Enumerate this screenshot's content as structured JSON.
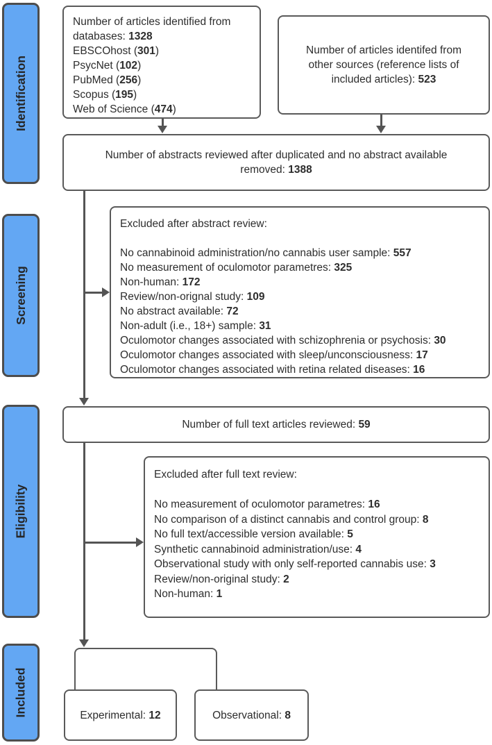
{
  "figure": {
    "kind": "PRISMA article selection flow diagram"
  },
  "colors": {
    "stage_fill": "#63a7f3",
    "stage_border": "#4d4d4d",
    "box_border": "#595959",
    "arrow": "#545454",
    "text": "#2d2d2d",
    "background": "#ffffff"
  },
  "stages": [
    {
      "label": "Identification"
    },
    {
      "label": "Screening"
    },
    {
      "label": "Eligibility"
    },
    {
      "label": "Included"
    }
  ],
  "boxes": {
    "databases": {
      "line1": {
        "pre": "Number of articles identified from databases: ",
        "value": "1328"
      },
      "items": [
        {
          "pre": "EBSCOhost (",
          "value": "301",
          "suf": ")"
        },
        {
          "pre": "PsycNet (",
          "value": "102",
          "suf": ")"
        },
        {
          "pre": "PubMed (",
          "value": "256",
          "suf": ")"
        },
        {
          "pre": "Scopus (",
          "value": "195",
          "suf": ")"
        },
        {
          "pre": "Web of Science (",
          "value": "474",
          "suf": ")"
        }
      ]
    },
    "other_sources": {
      "pre": "Number of articles identifed from other sources (reference lists of included articles): ",
      "value": "523"
    },
    "abstracts_reviewed": {
      "pre": "Number of abstracts reviewed after duplicated and no abstract available removed: ",
      "value": "1388"
    },
    "screening_excluded": {
      "header": "Excluded after abstract review:",
      "items": [
        {
          "pre": "No cannabinoid administration/no cannabis user sample: ",
          "value": "557"
        },
        {
          "pre": "No measurement of oculomotor parametres: ",
          "value": "325"
        },
        {
          "pre": "Non-human: ",
          "value": "172"
        },
        {
          "pre": "Review/non-orignal study: ",
          "value": "109"
        },
        {
          "pre": "No abstract available: ",
          "value": "72"
        },
        {
          "pre": "Non-adult (i.e., 18+) sample: ",
          "value": "31"
        },
        {
          "pre": "Oculomotor changes associated with schizophrenia or psychosis: ",
          "value": "30"
        },
        {
          "pre": "Oculomotor changes associated with sleep/unconsciousness: ",
          "value": "17"
        },
        {
          "pre": "Oculomotor changes associated with retina related diseases: ",
          "value": "16"
        }
      ]
    },
    "full_text_reviewed": {
      "pre": "Number of full text articles reviewed: ",
      "value": "59"
    },
    "fulltext_excluded": {
      "header": "Excluded after full text review:",
      "items": [
        {
          "pre": "No measurement of oculomotor parametres: ",
          "value": "16"
        },
        {
          "pre": "No comparison of a distinct cannabis and control group: ",
          "value": "8"
        },
        {
          "pre": "No full text/accessible version available: ",
          "value": "5"
        },
        {
          "pre": "Synthetic cannabinoid administration/use: ",
          "value": "4"
        },
        {
          "pre": "Observational study with only self-reported cannabis use: ",
          "value": "3"
        },
        {
          "pre": "Review/non-original study: ",
          "value": "2"
        },
        {
          "pre": "Non-human: ",
          "value": "1"
        }
      ]
    },
    "experimental": {
      "pre": "Experimental: ",
      "value": "12"
    },
    "observational": {
      "pre": "Observational: ",
      "value": "8"
    }
  }
}
